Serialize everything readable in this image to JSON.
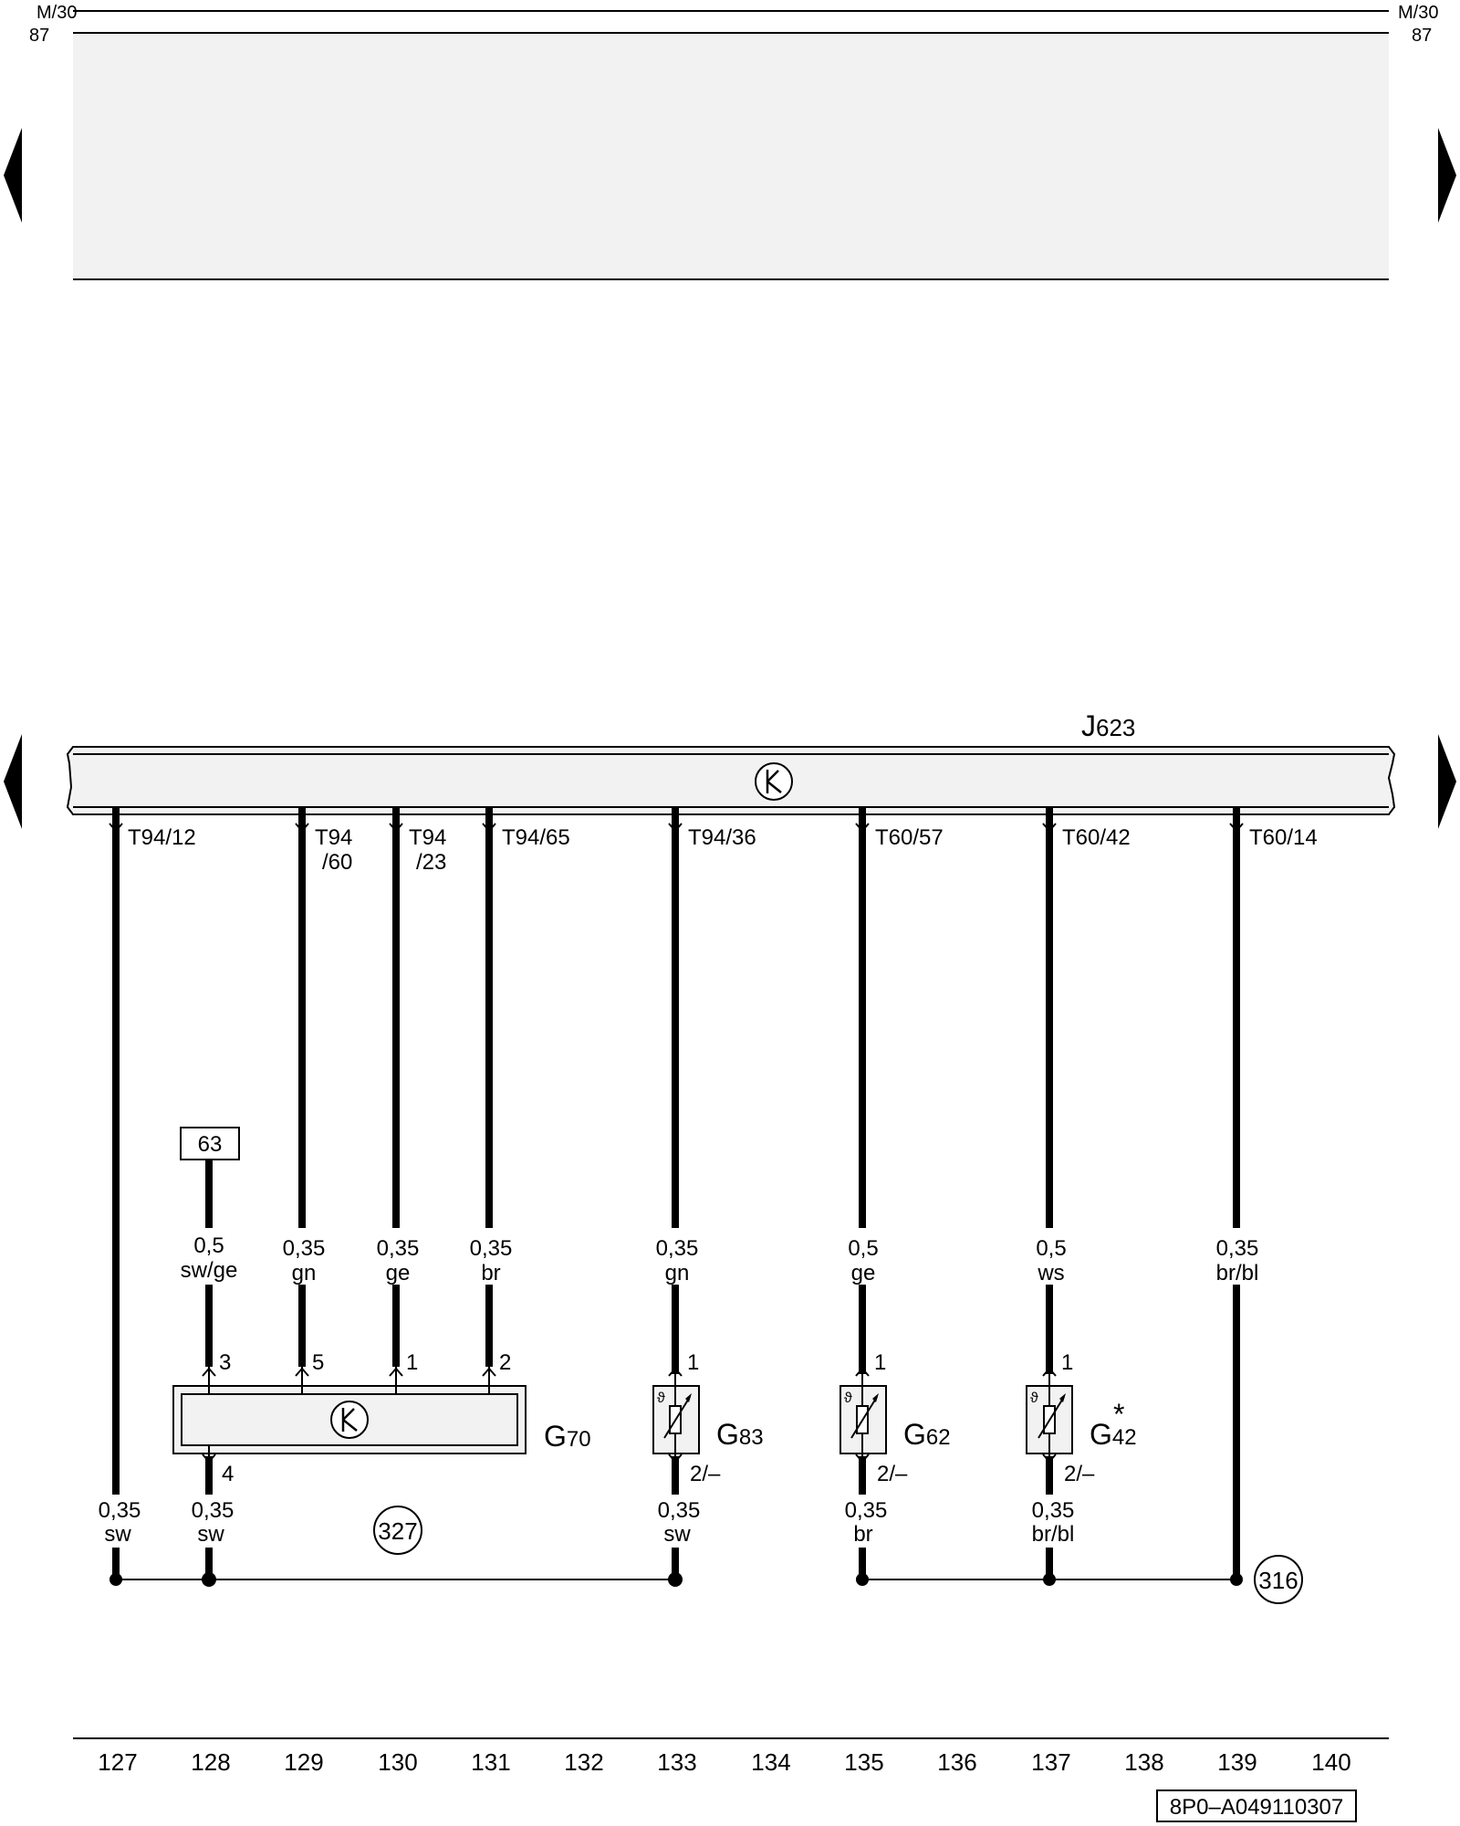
{
  "rails": {
    "top_left": "M/30",
    "top_right": "M/30",
    "second_left": "87",
    "second_right": "87"
  },
  "control_unit": {
    "letter": "J",
    "number": "623"
  },
  "terminals": [
    {
      "pin_line1": "T94/12",
      "pin_line2": ""
    },
    {
      "pin_line1": "T94",
      "pin_line2": "/60"
    },
    {
      "pin_line1": "T94",
      "pin_line2": "/23"
    },
    {
      "pin_line1": "T94/65",
      "pin_line2": ""
    },
    {
      "pin_line1": "T94/36",
      "pin_line2": ""
    },
    {
      "pin_line1": "T60/57",
      "pin_line2": ""
    },
    {
      "pin_line1": "T60/42",
      "pin_line2": ""
    },
    {
      "pin_line1": "T60/14",
      "pin_line2": ""
    }
  ],
  "wires_upper": [
    {
      "size": "0,5",
      "color": "sw/ge"
    },
    {
      "size": "0,35",
      "color": "gn"
    },
    {
      "size": "0,35",
      "color": "ge"
    },
    {
      "size": "0,35",
      "color": "br"
    },
    {
      "size": "0,35",
      "color": "gn"
    },
    {
      "size": "0,5",
      "color": "ge"
    },
    {
      "size": "0,5",
      "color": "ws"
    },
    {
      "size": "0,35",
      "color": "br/bl"
    }
  ],
  "wires_lower": [
    {
      "size": "0,35",
      "color": "sw"
    },
    {
      "size": "0,35",
      "color": "sw"
    },
    {
      "size": "0,35",
      "color": "sw"
    },
    {
      "size": "0,35",
      "color": "br"
    },
    {
      "size": "0,35",
      "color": "br/bl"
    }
  ],
  "ref_box": "63",
  "g70": {
    "letter": "G",
    "number": "70",
    "pins": [
      "3",
      "5",
      "1",
      "2"
    ],
    "pin_bottom": "4"
  },
  "sensors": [
    {
      "letter": "G",
      "number": "83",
      "pin_top": "1",
      "pin_bottom": "2/–",
      "star": ""
    },
    {
      "letter": "G",
      "number": "62",
      "pin_top": "1",
      "pin_bottom": "2/–",
      "star": ""
    },
    {
      "letter": "G",
      "number": "42",
      "pin_top": "1",
      "pin_bottom": "2/–",
      "star": "*"
    }
  ],
  "ground_refs": [
    "327",
    "316"
  ],
  "columns": [
    "127",
    "128",
    "129",
    "130",
    "131",
    "132",
    "133",
    "134",
    "135",
    "136",
    "137",
    "138",
    "139",
    "140"
  ],
  "diagram_code": "8P0–A049110307",
  "colors": {
    "line": "#000000",
    "shade": "#f2f2f2"
  }
}
